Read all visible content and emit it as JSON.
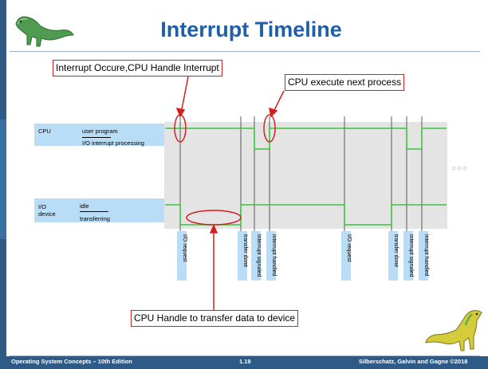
{
  "title": "Interrupt Timeline",
  "callouts": {
    "interrupt": "Interrupt Occure,CPU Handle Interrupt",
    "next_process": "CPU execute next process",
    "transfer": "CPU Handle to transfer data to device"
  },
  "rows": {
    "cpu": {
      "name": "CPU",
      "upper": "user program",
      "lower": "I/O interrupt processing"
    },
    "io": {
      "name_line1": "I/O",
      "name_line2": "device",
      "upper": "idle",
      "lower": "transferring"
    }
  },
  "events": [
    "I/O request",
    "transfer done",
    "interrupt signaled",
    "interrupt handled",
    "I/O request",
    "transfer done",
    "interrupt signaled",
    "interrupt handled"
  ],
  "footer": {
    "left": "Operating System Concepts – 10th Edition",
    "page": "1.19",
    "right": "Silberschatz, Galvin and Gagne ©2018"
  },
  "colors": {
    "title": "#1f5fa8",
    "band": "#b9ddf6",
    "signal": "#39c43c",
    "annotation": "#d32020",
    "panel": "#e4e4e4"
  },
  "icons": [
    "dinosaur-icon",
    "dinosaur-icon"
  ]
}
